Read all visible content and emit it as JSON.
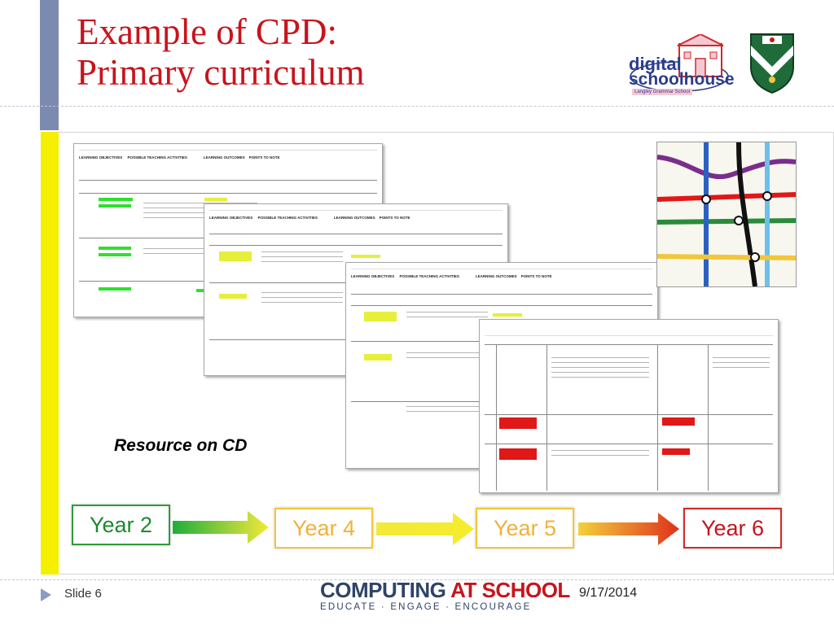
{
  "slide": {
    "title_line1": "Example of CPD:",
    "title_line2": "Primary curriculum",
    "caption": "Resource on CD",
    "years": [
      "Year 2",
      "Year 4",
      "Year 5",
      "Year 6"
    ],
    "footer": {
      "slide_label": "Slide 6",
      "date": "9/17/2014",
      "brand_part1": "COMPUTING ",
      "brand_part2": "AT SCHOOL",
      "brand_tagline": "EDUCATE · ENGAGE · ENCOURAGE"
    },
    "logo": {
      "dsh_line1": "digital",
      "dsh_line2": "schoolhouse",
      "dsh_sub": "Langley Grammar School"
    }
  },
  "colors": {
    "title": "#c8141c",
    "accent_bar": "#7d8ab0",
    "yellow_bar": "#f4f000",
    "year2": "#1b8a2c",
    "year4_5": "#f0b23a",
    "year6": "#c8141c"
  },
  "icons": [
    "chevron-right-icon",
    "school-crest-icon",
    "schoolhouse-logo-icon",
    "tube-map-image"
  ]
}
